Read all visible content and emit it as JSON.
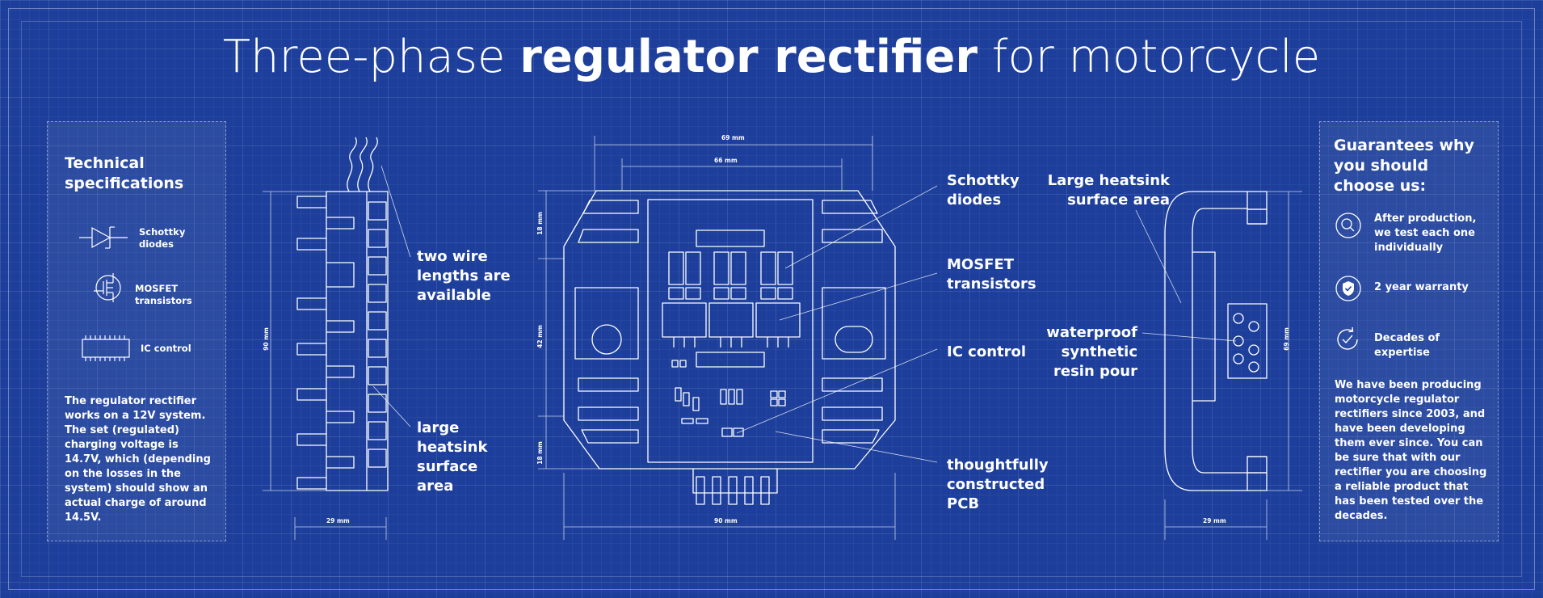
{
  "title": {
    "light_start": "Three-phase ",
    "bold": "regulator rectifier",
    "light_end": " for motorcycle"
  },
  "left_panel": {
    "heading": "Technical specifications",
    "items": [
      {
        "icon": "diode-icon",
        "label": "Schottky diodes"
      },
      {
        "icon": "mosfet-icon",
        "label": "MOSFET transistors"
      },
      {
        "icon": "chip-icon",
        "label": "IC control"
      }
    ],
    "paragraph": "The regulator rectifier works on a 12V system. The set (regulated) charging voltage is 14.7V, which (depending on the losses in the system) should show an actual charge of around 14.5V."
  },
  "right_panel": {
    "heading": "Guarantees why you should choose us:",
    "items": [
      {
        "icon": "magnifier-check-icon",
        "label": "After production, we test each one individually"
      },
      {
        "icon": "shield-check-icon",
        "label": "2 year warranty"
      },
      {
        "icon": "clock-check-icon",
        "label": "Decades of expertise"
      }
    ],
    "paragraph": "We have been producing motorcycle regulator rectifiers since 2003, and have been developing them ever since. You can be sure that with our rectifier you are choosing a reliable product that has been tested over the decades."
  },
  "callouts": {
    "wire_lengths": "two wire lengths are available",
    "heatsink_left": "large heatsink surface area",
    "schottky": "Schottky diodes",
    "mosfet": "MOSFET transistors",
    "ic": "IC control",
    "pcb": "thoughtfully constructed PCB",
    "heatsink_right": "Large heatsink surface area",
    "resin": "waterproof synthetic resin pour"
  },
  "dimensions": {
    "side_width": "29 mm",
    "side_height": "90 mm",
    "front_top_outer": "69 mm",
    "front_top_inner": "66 mm",
    "front_bottom": "90 mm",
    "front_left_top": "18 mm",
    "front_left_mid": "42 mm",
    "front_left_bottom": "18 mm",
    "right_width": "29 mm",
    "right_height": "69 mm"
  }
}
